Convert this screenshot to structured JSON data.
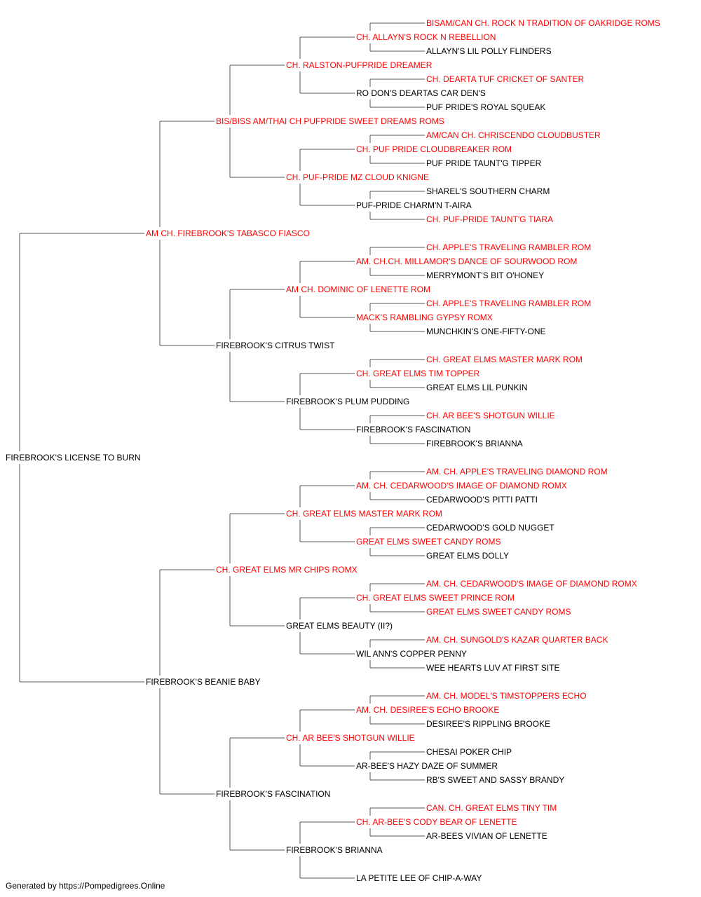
{
  "colors": {
    "champion": "#ff0000",
    "regular": "#000000",
    "line": "#555555"
  },
  "footer": "Generated by https://Pompedigrees.Online",
  "pedigree": {
    "name": "FIREBROOK'S LICENSE TO BURN",
    "champion": false,
    "sire": {
      "name": "AM CH. FIREBROOK'S TABASCO FIASCO",
      "champion": true,
      "sire": {
        "name": "BIS/BISS AM/THAI CH PUFPRIDE SWEET DREAMS ROMS",
        "champion": true,
        "sire": {
          "name": "CH. RALSTON-PUFPRIDE DREAMER",
          "champion": true,
          "sire": {
            "name": "CH. ALLAYN'S ROCK N REBELLION",
            "champion": true,
            "sire": {
              "name": "BISAM/CAN CH. ROCK N TRADITION OF OAKRIDGE ROMS",
              "champion": true
            },
            "dam": {
              "name": "ALLAYN'S LIL POLLY FLINDERS",
              "champion": false
            }
          },
          "dam": {
            "name": "RO DON'S DEARTAS CAR DEN'S",
            "champion": false,
            "sire": {
              "name": "CH. DEARTA TUF CRICKET OF SANTER",
              "champion": true
            },
            "dam": {
              "name": "PUF PRIDE'S ROYAL SQUEAK",
              "champion": false
            }
          }
        },
        "dam": {
          "name": "CH. PUF-PRIDE MZ CLOUD KNIGNE",
          "champion": true,
          "sire": {
            "name": "CH. PUF PRIDE CLOUDBREAKER ROM",
            "champion": true,
            "sire": {
              "name": "AM/CAN CH. CHRISCENDO CLOUDBUSTER",
              "champion": true
            },
            "dam": {
              "name": "PUF PRIDE TAUNT'G TIPPER",
              "champion": false
            }
          },
          "dam": {
            "name": "PUF-PRIDE CHARM'N T-AIRA",
            "champion": false,
            "sire": {
              "name": "SHAREL'S SOUTHERN CHARM",
              "champion": false
            },
            "dam": {
              "name": "CH. PUF-PRIDE TAUNT'G TIARA",
              "champion": true
            }
          }
        }
      },
      "dam": {
        "name": "FIREBROOK'S CITRUS TWIST",
        "champion": false,
        "sire": {
          "name": "AM CH. DOMINIC OF LENETTE ROM",
          "champion": true,
          "sire": {
            "name": "AM. CH.CH. MILLAMOR'S DANCE OF SOURWOOD ROM",
            "champion": true,
            "sire": {
              "name": "CH. APPLE'S TRAVELING RAMBLER ROM",
              "champion": true
            },
            "dam": {
              "name": "MERRYMONT'S BIT O'HONEY",
              "champion": false
            }
          },
          "dam": {
            "name": "MACK'S RAMBLING GYPSY ROMX",
            "champion": true,
            "sire": {
              "name": "CH. APPLE'S TRAVELING RAMBLER ROM",
              "champion": true
            },
            "dam": {
              "name": "MUNCHKIN'S ONE-FIFTY-ONE",
              "champion": false
            }
          }
        },
        "dam": {
          "name": "FIREBROOK'S PLUM PUDDING",
          "champion": false,
          "sire": {
            "name": "CH. GREAT ELMS TIM TOPPER",
            "champion": true,
            "sire": {
              "name": "CH. GREAT ELMS MASTER MARK ROM",
              "champion": true
            },
            "dam": {
              "name": "GREAT ELMS LIL PUNKIN",
              "champion": false
            }
          },
          "dam": {
            "name": "FIREBROOK'S FASCINATION",
            "champion": false,
            "sire": {
              "name": "CH. AR BEE'S SHOTGUN WILLIE",
              "champion": true
            },
            "dam": {
              "name": "FIREBROOK'S BRIANNA",
              "champion": false
            }
          }
        }
      }
    },
    "dam": {
      "name": "FIREBROOK'S BEANIE BABY",
      "champion": false,
      "sire": {
        "name": "CH. GREAT ELMS MR CHIPS ROMX",
        "champion": true,
        "sire": {
          "name": "CH. GREAT ELMS MASTER MARK ROM",
          "champion": true,
          "sire": {
            "name": "AM. CH. CEDARWOOD'S IMAGE OF DIAMOND ROMX",
            "champion": true,
            "sire": {
              "name": "AM. CH. APPLE'S TRAVELING DIAMOND ROM",
              "champion": true
            },
            "dam": {
              "name": "CEDARWOOD'S PITTI PATTI",
              "champion": false
            }
          },
          "dam": {
            "name": "GREAT ELMS SWEET CANDY ROMS",
            "champion": true,
            "sire": {
              "name": "CEDARWOOD'S GOLD NUGGET",
              "champion": false
            },
            "dam": {
              "name": "GREAT ELMS DOLLY",
              "champion": false
            }
          }
        },
        "dam": {
          "name": "GREAT ELMS BEAUTY (II?)",
          "champion": false,
          "sire": {
            "name": "CH. GREAT ELMS SWEET PRINCE ROM",
            "champion": true,
            "sire": {
              "name": "AM. CH. CEDARWOOD'S IMAGE OF DIAMOND ROMX",
              "champion": true
            },
            "dam": {
              "name": "GREAT ELMS SWEET CANDY ROMS",
              "champion": true
            }
          },
          "dam": {
            "name": "WIL ANN'S COPPER PENNY",
            "champion": false,
            "sire": {
              "name": "AM. CH. SUNGOLD'S KAZAR QUARTER BACK",
              "champion": true
            },
            "dam": {
              "name": "WEE HEARTS LUV AT FIRST SITE",
              "champion": false
            }
          }
        }
      },
      "dam": {
        "name": "FIREBROOK'S FASCINATION",
        "champion": false,
        "sire": {
          "name": "CH. AR BEE'S SHOTGUN WILLIE",
          "champion": true,
          "sire": {
            "name": "AM. CH. DESIREE'S ECHO BROOKE",
            "champion": true,
            "sire": {
              "name": "AM. CH. MODEL'S TIMSTOPPERS ECHO",
              "champion": true
            },
            "dam": {
              "name": "DESIREE'S RIPPLING BROOKE",
              "champion": false
            }
          },
          "dam": {
            "name": "AR-BEE'S HAZY DAZE OF SUMMER",
            "champion": false,
            "sire": {
              "name": "CHESAI POKER CHIP",
              "champion": false
            },
            "dam": {
              "name": "RB'S SWEET AND SASSY BRANDY",
              "champion": false
            }
          }
        },
        "dam": {
          "name": "FIREBROOK'S BRIANNA",
          "champion": false,
          "sire": {
            "name": "CH. AR-BEE'S CODY BEAR OF LENETTE",
            "champion": true,
            "sire": {
              "name": "CAN. CH. GREAT ELMS TINY TIM",
              "champion": true
            },
            "dam": {
              "name": "AR-BEES VIVIAN OF LENETTE",
              "champion": false
            }
          },
          "dam": {
            "name": "LA PETITE LEE OF CHIP-A-WAY",
            "champion": false
          }
        }
      }
    }
  }
}
